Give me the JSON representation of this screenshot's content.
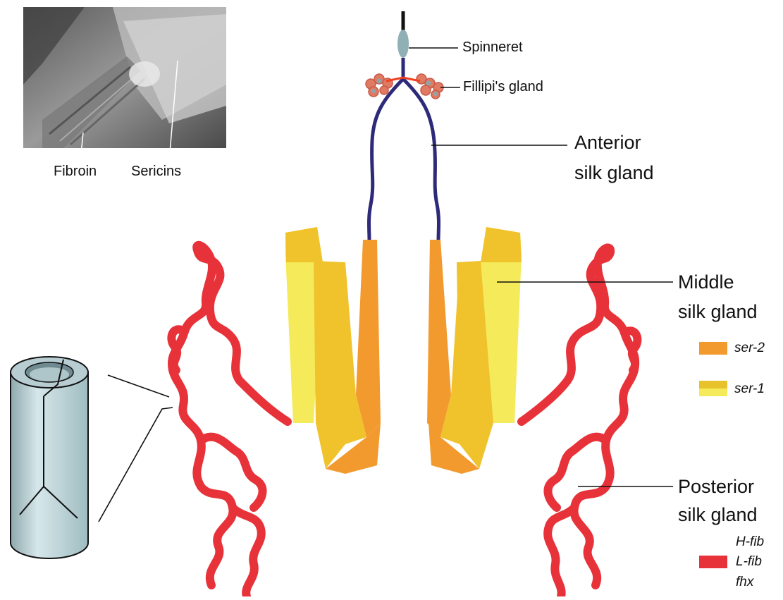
{
  "inset_labels": {
    "fibroin": "Fibroin",
    "sericins": "Sericins"
  },
  "labels": {
    "spinneret": "Spinneret",
    "fillipi": "Fillipi's gland",
    "anterior_line1": "Anterior",
    "anterior_line2": "silk gland",
    "middle_line1": "Middle",
    "middle_line2": "silk gland",
    "posterior_line1": "Posterior",
    "posterior_line2": "silk gland"
  },
  "legend": {
    "ser2": {
      "label": "ser-2",
      "color": "#f29a2e"
    },
    "ser1": {
      "label": "ser-1",
      "colors": [
        "#e8c22a",
        "#f4ea5a"
      ]
    },
    "posterior": {
      "labels": [
        "H-fib",
        "L-fib",
        "fhx"
      ],
      "color": "#e8323a"
    }
  },
  "colors": {
    "anterior": "#2e2a7a",
    "middle_orange": "#f29a2e",
    "middle_gold": "#f0c22c",
    "middle_yellow": "#f4ea5a",
    "posterior_red": "#e8323a",
    "spinneret": "#8fb0b4",
    "fillipi": "#e07a62",
    "tube": "#bcd3d8"
  }
}
